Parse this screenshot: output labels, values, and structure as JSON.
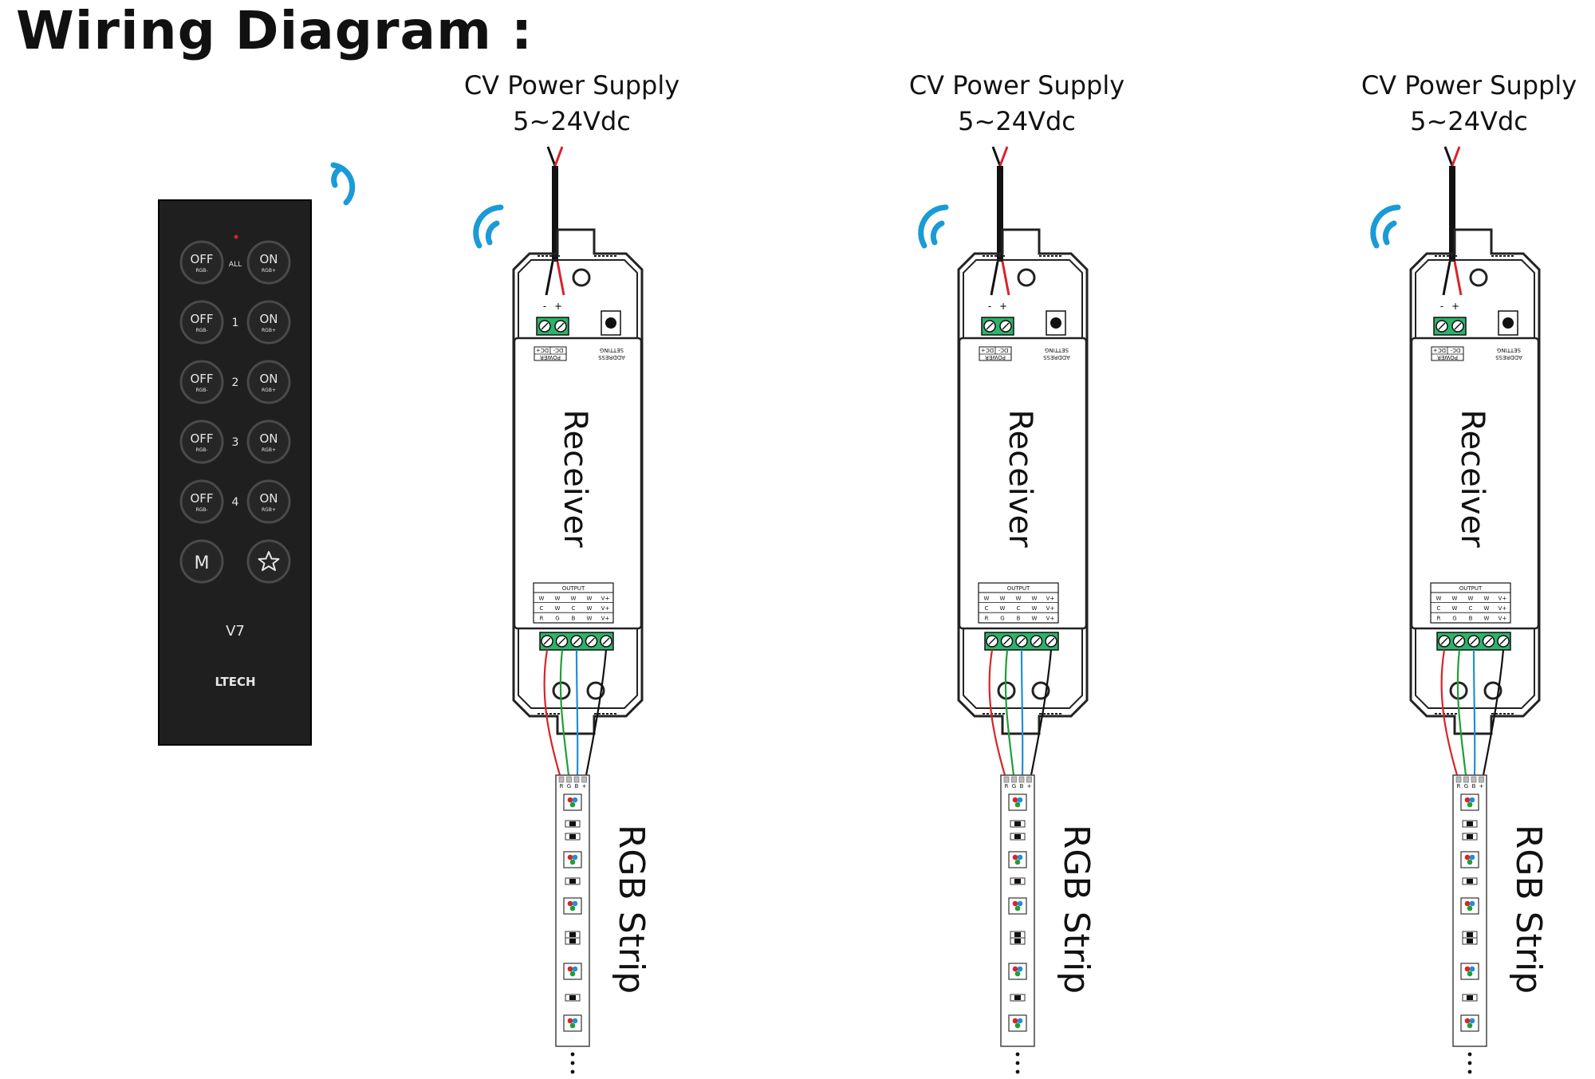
{
  "title": "Wiring Diagram :",
  "colors": {
    "wifi": "#1a9bd7",
    "wire_red": "#d8232a",
    "wire_green": "#1f9e3a",
    "wire_blue": "#1f8fd6",
    "terminal_green": "#2db36b",
    "remote_body": "#1f1f1f"
  },
  "remote": {
    "all_label": "ALL",
    "buttons": [
      {
        "off": "OFF",
        "off_sub": "RGB-",
        "zone": "ALL",
        "on": "ON",
        "on_sub": "RGB+"
      },
      {
        "off": "OFF",
        "off_sub": "RGB-",
        "zone": "1",
        "on": "ON",
        "on_sub": "RGB+"
      },
      {
        "off": "OFF",
        "off_sub": "RGB-",
        "zone": "2",
        "on": "ON",
        "on_sub": "RGB+"
      },
      {
        "off": "OFF",
        "off_sub": "RGB-",
        "zone": "3",
        "on": "ON",
        "on_sub": "RGB+"
      },
      {
        "off": "OFF",
        "off_sub": "RGB-",
        "zone": "4",
        "on": "ON",
        "on_sub": "RGB+"
      }
    ],
    "mode_label": "M",
    "model": "V7",
    "brand": "LTECH"
  },
  "units": [
    {
      "psu_line1": "CV Power Supply",
      "psu_line2": "5~24Vdc",
      "receiver_label": "Receiver",
      "strip_label": "RGB Strip",
      "power_label": "POWER",
      "dc_minus": "DC-",
      "dc_plus": "DC+",
      "address_label": "ADDRESS",
      "setting_label": "SETTING",
      "output_label": "OUTPUT",
      "output_rows": [
        [
          "W",
          "W",
          "W",
          "W",
          "V+"
        ],
        [
          "C",
          "W",
          "C",
          "W",
          "V+"
        ],
        [
          "R",
          "G",
          "B",
          "W",
          "V+"
        ]
      ],
      "polarity_minus": "-",
      "polarity_plus": "+",
      "strip_pins": [
        "R",
        "G",
        "B",
        "+"
      ]
    },
    {
      "psu_line1": "CV Power Supply",
      "psu_line2": "5~24Vdc",
      "receiver_label": "Receiver",
      "strip_label": "RGB Strip",
      "power_label": "POWER",
      "dc_minus": "DC-",
      "dc_plus": "DC+",
      "address_label": "ADDRESS",
      "setting_label": "SETTING",
      "output_label": "OUTPUT",
      "output_rows": [
        [
          "W",
          "W",
          "W",
          "W",
          "V+"
        ],
        [
          "C",
          "W",
          "C",
          "W",
          "V+"
        ],
        [
          "R",
          "G",
          "B",
          "W",
          "V+"
        ]
      ],
      "polarity_minus": "-",
      "polarity_plus": "+",
      "strip_pins": [
        "R",
        "G",
        "B",
        "+"
      ]
    },
    {
      "psu_line1": "CV Power Supply",
      "psu_line2": "5~24Vdc",
      "receiver_label": "Receiver",
      "strip_label": "RGB Strip",
      "power_label": "POWER",
      "dc_minus": "DC-",
      "dc_plus": "DC+",
      "address_label": "ADDRESS",
      "setting_label": "SETTING",
      "output_label": "OUTPUT",
      "output_rows": [
        [
          "W",
          "W",
          "W",
          "W",
          "V+"
        ],
        [
          "C",
          "W",
          "C",
          "W",
          "V+"
        ],
        [
          "R",
          "G",
          "B",
          "W",
          "V+"
        ]
      ],
      "polarity_minus": "-",
      "polarity_plus": "+",
      "strip_pins": [
        "R",
        "G",
        "B",
        "+"
      ]
    }
  ]
}
